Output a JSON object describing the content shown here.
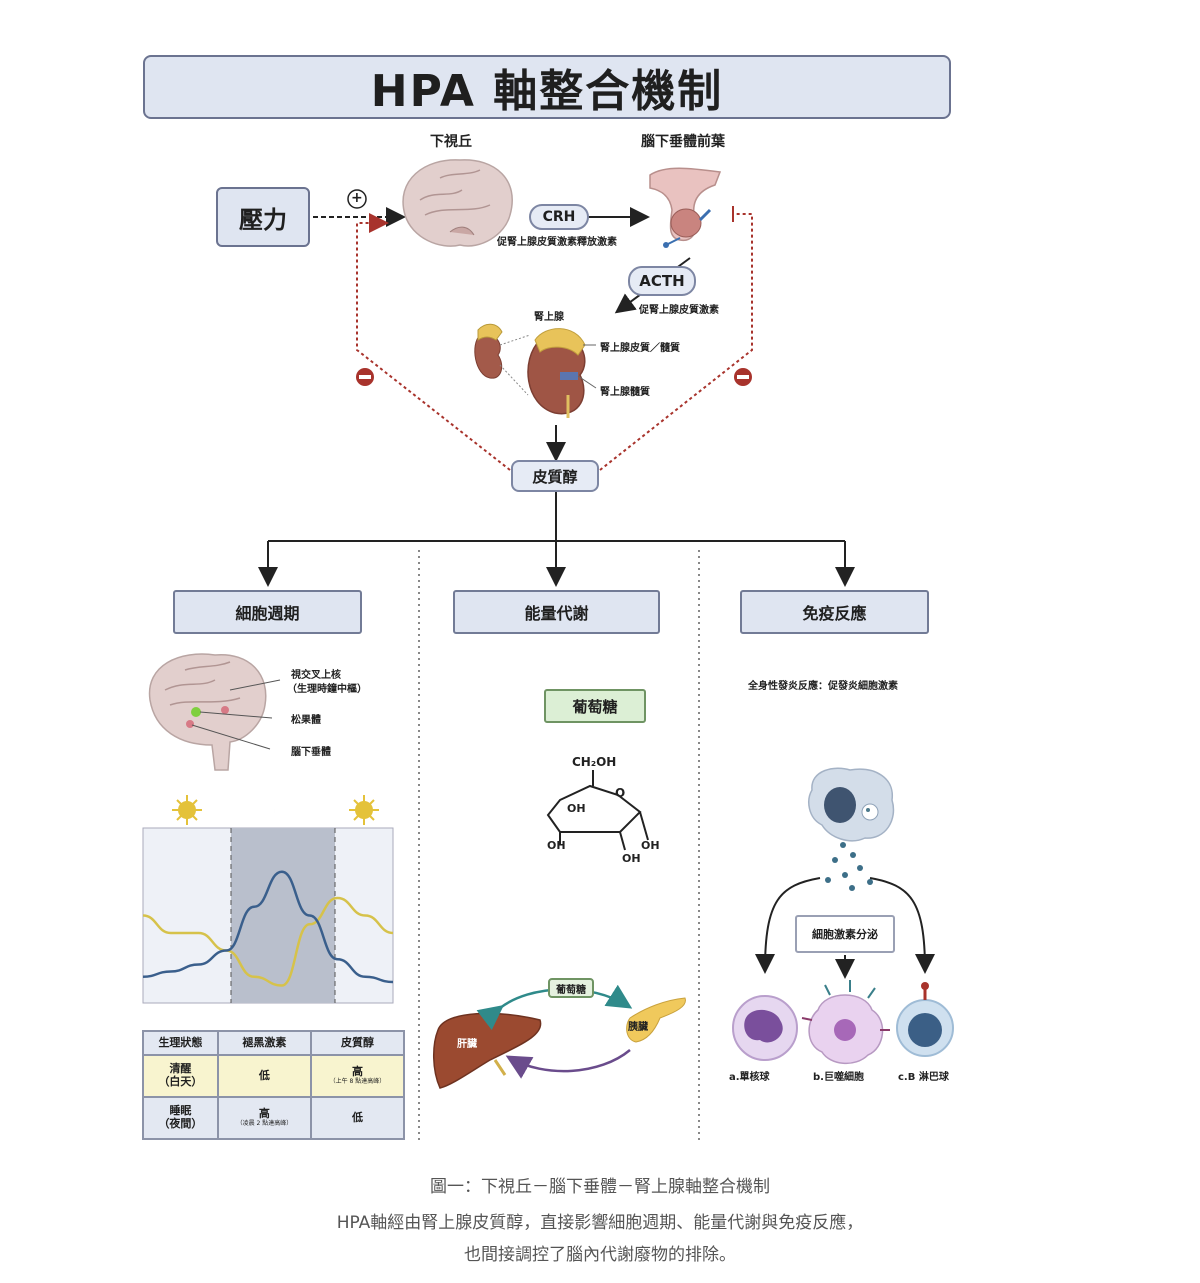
{
  "title": "HPA 軸整合機制",
  "stress": "壓力",
  "hypothalamus": "下視丘",
  "pituitary": "腦下垂體前葉",
  "crh": "CRH",
  "crh_desc": "促腎上腺皮質激素釋放激素",
  "acth": "ACTH",
  "acth_desc": "促腎上腺皮質激素",
  "adrenal": "腎上腺",
  "adrenal_cortex": "腎上腺皮質／髓質",
  "adrenal_medulla": "腎上腺髓質",
  "cortisol": "皮質醇",
  "plus_sign": "+",
  "categories": {
    "cell_cycle": "細胞週期",
    "energy": "能量代謝",
    "immune": "免疫反應"
  },
  "brain_labels": {
    "scn_1": "視交叉上核",
    "scn_2": "（生理時鐘中樞）",
    "pineal": "松果體",
    "pituitary": "腦下垂體"
  },
  "state_table": {
    "headers": [
      "生理狀態",
      "褪黑激素",
      "皮質醇"
    ],
    "rows": [
      {
        "state_1": "清醒",
        "state_2": "（白天）",
        "melatonin": "低",
        "melatonin_note": "",
        "cortisol": "高",
        "cortisol_note": "（上午 8 點達高峰）"
      },
      {
        "state_1": "睡眠",
        "state_2": "（夜間）",
        "melatonin": "高",
        "melatonin_note": "（凌晨 2 點達高峰）",
        "cortisol": "低",
        "cortisol_note": ""
      }
    ]
  },
  "glucose": "葡萄糖",
  "glucose_formula": {
    "ch2oh": "CH₂OH",
    "o": "O",
    "oh_ring": "OH",
    "oh_left": "OH",
    "oh_bottom": "OH",
    "oh_right": "OH"
  },
  "glucose_small": "葡萄糖",
  "liver": "肝臟",
  "pancreas": "胰臟",
  "immune_title": "全身性發炎反應：促發炎細胞激素",
  "cytokine": "細胞激素分泌",
  "cells": [
    "a.單核球",
    "b.巨噬細胞",
    "c.B 淋巴球"
  ],
  "caption": {
    "line1": "圖一：下視丘－腦下垂體－腎上腺軸整合機制",
    "line2": "HPA軸經由腎上腺皮質醇，直接影響細胞週期、能量代謝與免疫反應，",
    "line3": "也間接調控了腦內代謝廢物的排除。"
  },
  "colors": {
    "box_fill": "#dfe5f1",
    "box_border": "#6b7390",
    "feedback": "#a8332c",
    "melatonin_curve": "#3a5f8c",
    "cortisol_curve": "#d6c24a",
    "night_band": "#b9bfcc"
  },
  "circadian_curves": {
    "cortisol": [
      0.5,
      0.4,
      0.4,
      0.3,
      0.15,
      0.1,
      0.45,
      0.6,
      0.5,
      0.4
    ],
    "melatonin": [
      0.15,
      0.18,
      0.22,
      0.3,
      0.55,
      0.75,
      0.5,
      0.25,
      0.15,
      0.12
    ]
  }
}
